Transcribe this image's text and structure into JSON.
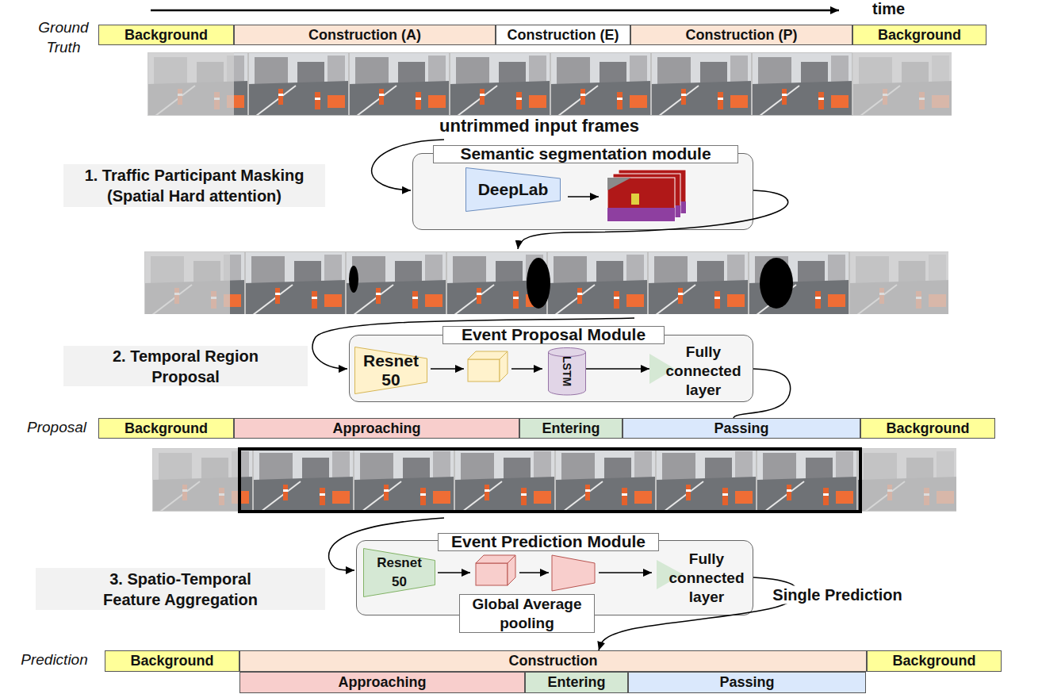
{
  "diagram": {
    "nodes": [
      {
        "text": [
          "Background"
        ]
      },
      {
        "text": [
          "Construction (A)"
        ]
      },
      {
        "text": [
          "Construction (E)"
        ]
      },
      {
        "text": [
          "Construction (P)"
        ]
      },
      {
        "text": [
          "Background"
        ]
      },
      {
        "text": [
          "1. Traffic Participant Masking (Spatial Hard attention)"
        ]
      },
      {
        "text": [
          "Semantic segmentation module"
        ]
      },
      {
        "text": [
          "DeepLab"
        ],
        "in": 6
      },
      {
        "text": [
          "2. Temporal Region Proposal"
        ]
      },
      {
        "text": [
          "Event Proposal Module"
        ]
      },
      {
        "text": [
          "Resnet 50"
        ],
        "in": 9
      },
      {
        "text": [
          "LSTM"
        ],
        "in": 9
      },
      {
        "text": [
          "Fully connected layer"
        ],
        "in": 9
      },
      {
        "text": [
          "Background"
        ]
      },
      {
        "text": [
          "Approaching"
        ]
      },
      {
        "text": [
          "Entering"
        ]
      },
      {
        "text": [
          "Passing"
        ]
      },
      {
        "text": [
          "Background"
        ]
      },
      {
        "text": [
          "3. Spatio-Temporal Feature Aggregation"
        ]
      },
      {
        "text": [
          "Event Prediction Module"
        ]
      },
      {
        "text": [
          "Resnet 50"
        ],
        "in": 19
      },
      {
        "text": [
          "Fully connected layer"
        ],
        "in": 19
      },
      {
        "text": [
          "Global Average pooling"
        ],
        "in": 19
      },
      {
        "text": [
          "Background"
        ]
      },
      {
        "text": [
          "Construction"
        ]
      },
      {
        "text": [
          "Background"
        ]
      },
      {
        "text": [
          "Approaching"
        ]
      },
      {
        "text": [
          "Entering"
        ]
      },
      {
        "text": [
          "Passing"
        ]
      }
    ],
    "edges": [
      {
        "from": 11,
        "to": 12,
        "arrow": "to"
      },
      {
        "from": 9,
        "to": 16,
        "arrow": "none"
      },
      {
        "from": 19,
        "to": 24,
        "label": "Single Prediction",
        "arrow": "to"
      }
    ],
    "labels": [
      "time",
      "Ground Truth",
      "untrimmed input frames",
      "Proposal",
      "Prediction"
    ]
  }
}
